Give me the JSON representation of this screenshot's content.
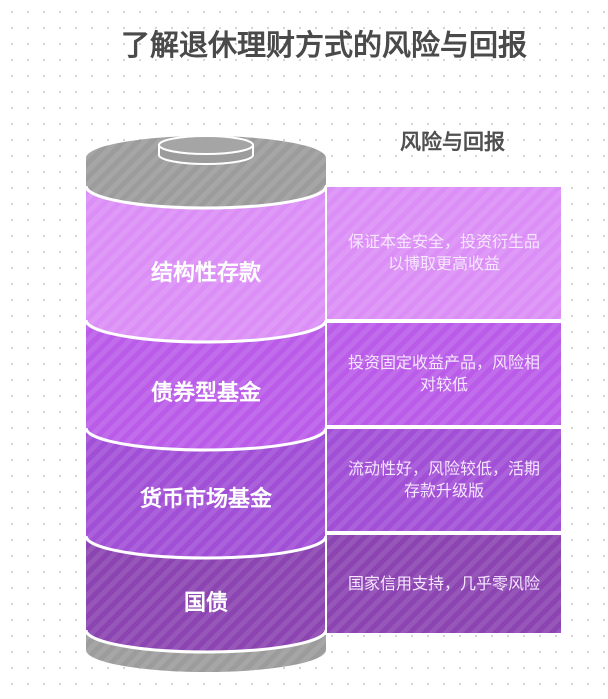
{
  "title": "了解退休理财方式的风险与回报",
  "subtitle": "风险与回报",
  "colors": {
    "cap": "#9c9c9c",
    "seg1": "#db8ff6",
    "seg2": "#ba5ce9",
    "seg3": "#a14fd6",
    "seg4": "#8b44b1"
  },
  "segments": [
    {
      "name": "结构性存款",
      "description": "保证本金安全，投资衍生品以博取更高收益"
    },
    {
      "name": "债券型基金",
      "description": "投资固定收益产品，风险相对较低"
    },
    {
      "name": "货币市场基金",
      "description": "流动性好，风险较低，活期存款升级版"
    },
    {
      "name": "国债",
      "description": "国家信用支持，几乎零风险"
    }
  ]
}
